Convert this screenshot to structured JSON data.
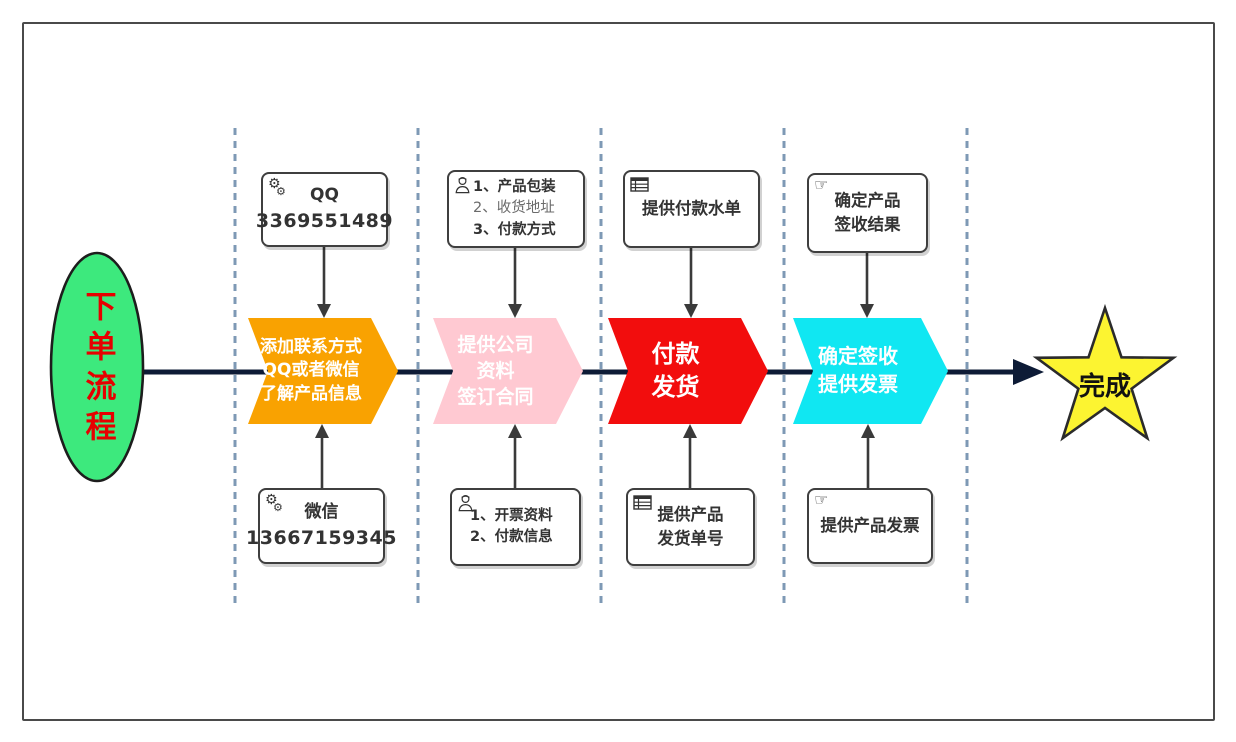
{
  "start_node": {
    "label": "下单流程"
  },
  "finish_node": {
    "label": "完成"
  },
  "steps": [
    {
      "label": "添加联系方式\nQQ或者微信\n了解产品信息",
      "color": "#F9A201"
    },
    {
      "label": "提供公司\n资料\n签订合同",
      "color": "#FFC9D2"
    },
    {
      "label": "付款\n发货",
      "color": "#F20D0D"
    },
    {
      "label": "确定签收\n提供发票",
      "color": "#10E7F2"
    }
  ],
  "top_boxes": [
    {
      "icon": "gears-icon",
      "line1": "QQ",
      "line2": "3369551489"
    },
    {
      "icon": "courier-icon",
      "line1": "1、产品包装",
      "line2": "2、收货地址",
      "line3": "3、付款方式"
    },
    {
      "icon": "ledger-icon",
      "line1": "提供付款水单"
    },
    {
      "icon": "hand-icon",
      "line1": "确定产品\n签收结果"
    }
  ],
  "bottom_boxes": [
    {
      "icon": "gears-icon",
      "line1": "微信",
      "line2": "13667159345"
    },
    {
      "icon": "courier-icon",
      "line1": "1、开票资料",
      "line2": "2、付款信息"
    },
    {
      "icon": "ledger-icon",
      "line1": "提供产品\n发货单号"
    },
    {
      "icon": "hand-icon",
      "line1": "提供产品发票"
    }
  ],
  "icons": {
    "gears_glyph": "⚙",
    "hand_glyph": "☞"
  },
  "colors": {
    "step1_orange": "#F9A201",
    "step2_pink": "#FFC9D2",
    "step3_red": "#F20D0D",
    "step4_cyan": "#10E7F2",
    "start_fill": "#3DE97D",
    "start_text": "#E60000",
    "finish_fill": "#FCF431",
    "flow_line": "#0D1B36",
    "lane_divider": "#7E99B5"
  }
}
